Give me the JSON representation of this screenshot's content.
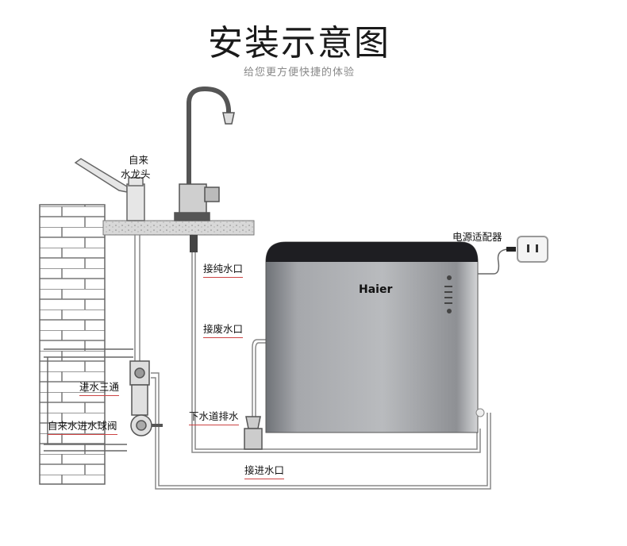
{
  "title": "安装示意图",
  "subtitle": "给您更方便快捷的体验",
  "brand": "Haier",
  "labels": {
    "tap_faucet_line1": "自来",
    "tap_faucet_line2": "水龙头",
    "power_adapter": "电源适配器",
    "pure_outlet": "接纯水口",
    "waste_outlet": "接废水口",
    "drain": "下水道排水",
    "tee": "进水三通",
    "ball_valve": "自来水进水球阀",
    "inlet": "接进水口"
  },
  "colors": {
    "machine_body": "#9a9ca0",
    "machine_top": "#1e1e22",
    "label_line": "#cc4444"
  }
}
